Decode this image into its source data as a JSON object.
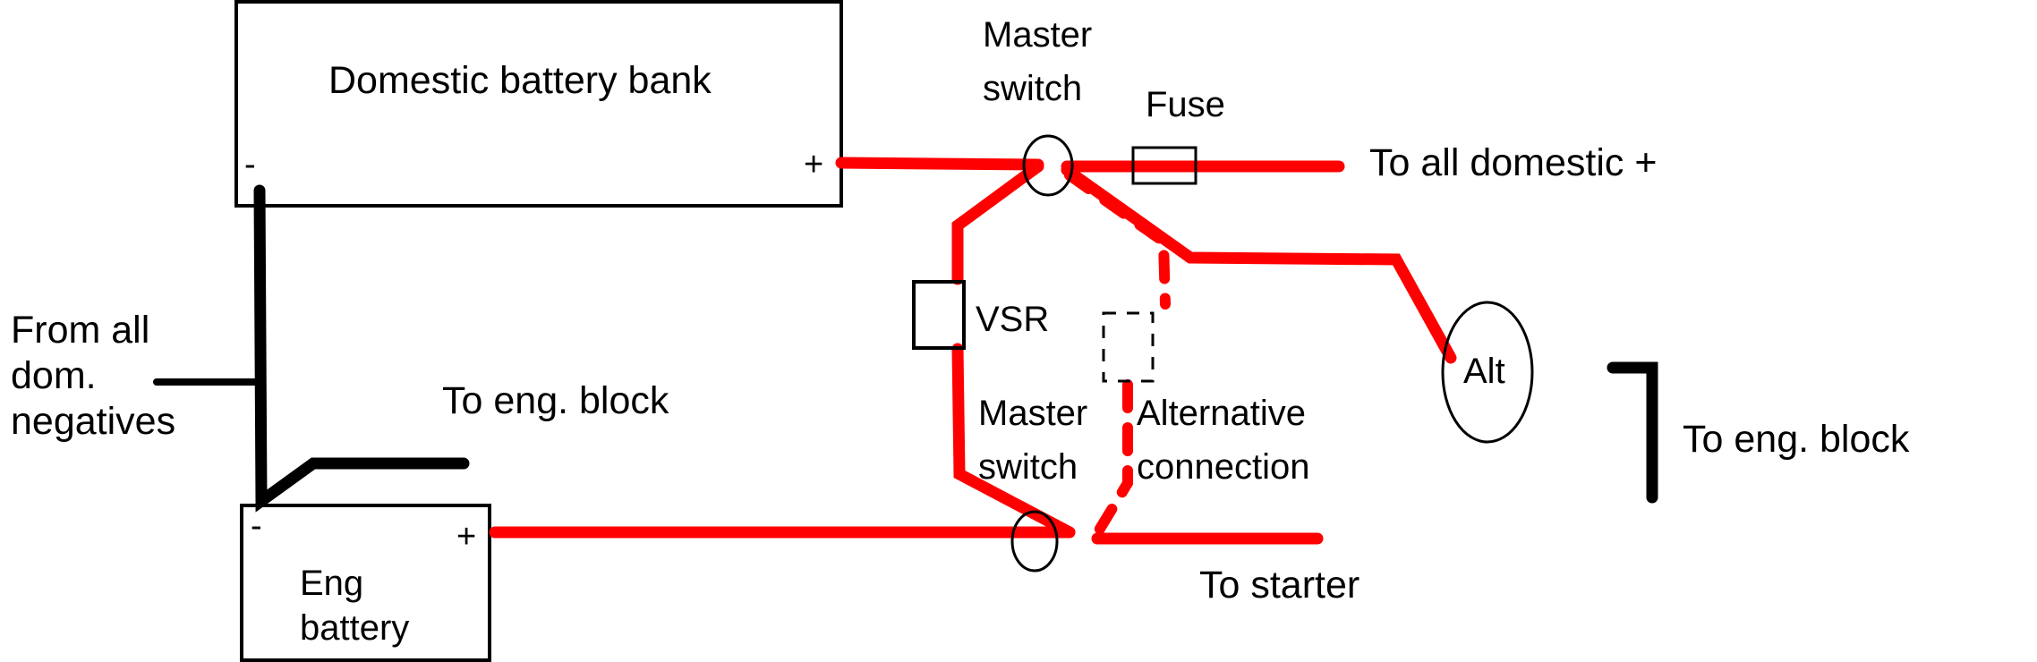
{
  "diagram": {
    "title": "Split-charge wiring with VSR",
    "colors": {
      "positive": "#ff0000",
      "negative": "#000000",
      "outline": "#000000",
      "background": "#ffffff"
    },
    "components": {
      "domestic_bank": {
        "label": "Domestic battery bank",
        "neg": "-",
        "pos": "+"
      },
      "eng_battery": {
        "label_line1": "Eng",
        "label_line2": "battery",
        "neg": "-",
        "pos": "+"
      },
      "master_switch_top": {
        "label_line1": "Master",
        "label_line2": "switch"
      },
      "master_switch_bottom": {
        "label_line1": "Master",
        "label_line2": "switch"
      },
      "fuse": {
        "label": "Fuse"
      },
      "vsr": {
        "label": "VSR"
      },
      "alternator": {
        "label": "Alt"
      },
      "alt_connection": {
        "label_line1": "Alternative",
        "label_line2": "connection"
      }
    },
    "labels": {
      "to_domestic": "To all domestic +",
      "from_negatives_1": "From all",
      "from_negatives_2": "dom.",
      "from_negatives_3": "negatives",
      "to_eng_block_left": "To eng. block",
      "to_eng_block_right": "To eng. block",
      "to_starter": "To starter"
    }
  }
}
